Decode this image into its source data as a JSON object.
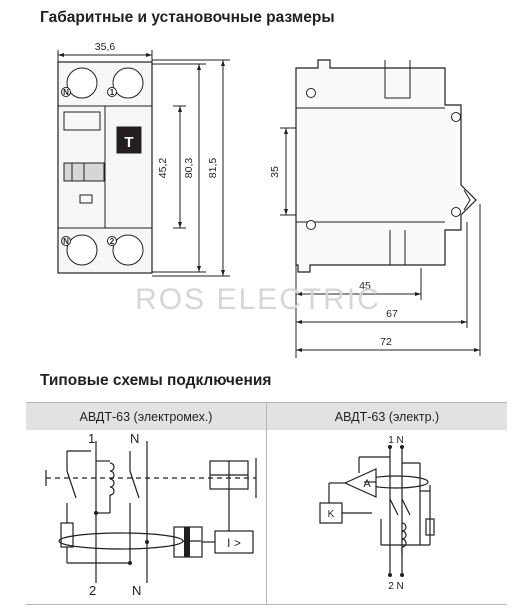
{
  "section_dimensions": {
    "title": "Габаритные и установочные размеры",
    "front_view": {
      "width_label": "35,6",
      "height_labels": [
        "45,2",
        "80,3",
        "81,5"
      ],
      "terminal_labels": [
        "N",
        "1",
        "N",
        "2"
      ],
      "test_button_label": "T"
    },
    "side_view": {
      "rail_label": "35",
      "depth_labels": [
        "45",
        "67",
        "72"
      ]
    },
    "watermark": "ROS ELECTRIC"
  },
  "section_schemes": {
    "title": "Типовые схемы подключения",
    "columns": [
      {
        "header": "АВДТ-63 (электромех.)",
        "labels": {
          "top_left": "1",
          "top_right": "N",
          "bottom_left": "2",
          "bottom_right": "N",
          "amplifier": "I >"
        }
      },
      {
        "header": "АВДТ-63 (электр.)",
        "labels": {
          "top": "1 N",
          "bottom": "2 N",
          "amplifier": "A",
          "relay": "K"
        }
      }
    ]
  }
}
